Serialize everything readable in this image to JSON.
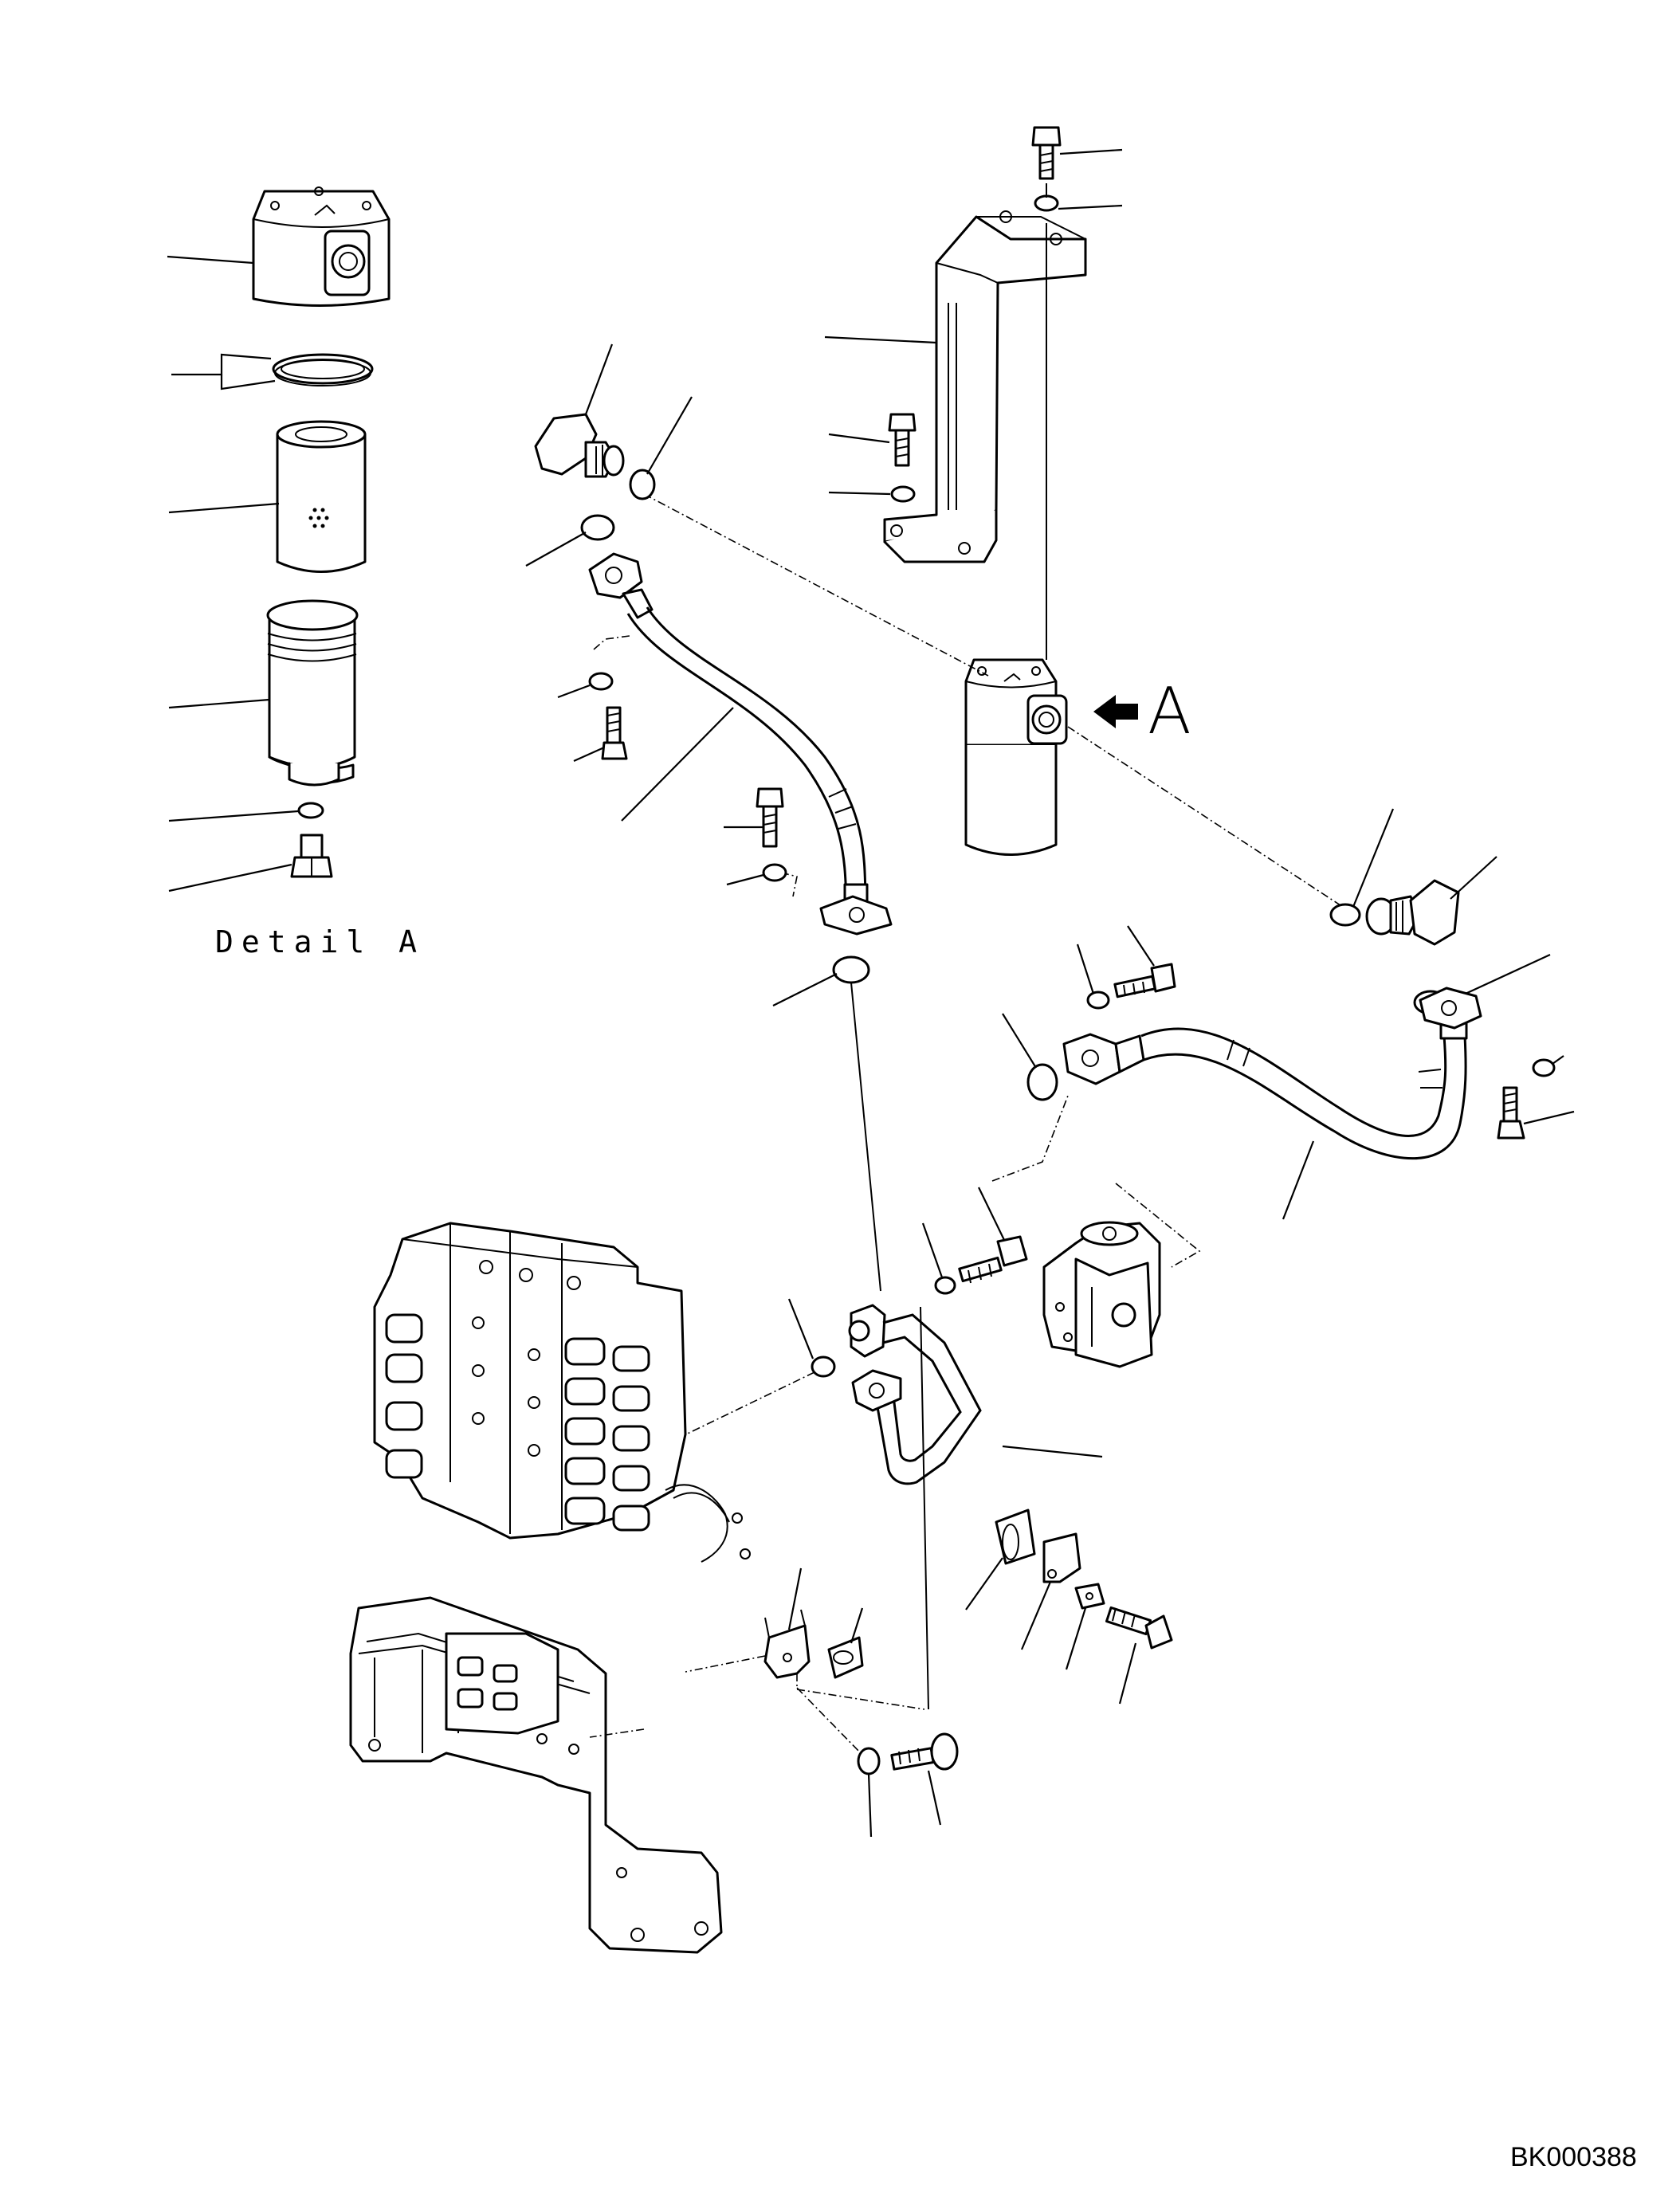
{
  "diagram": {
    "detail_label": "Detail A",
    "view_letter": "A",
    "drawing_code": "BK000388",
    "view_arrow_icon": "view-direction-arrow-icon"
  },
  "parts": [
    "filter-head",
    "o-ring-large",
    "filter-element",
    "filter-case",
    "o-ring-small",
    "drain-plug",
    "mounting-bracket",
    "bolt",
    "washer",
    "elbow-fitting",
    "hose",
    "tube",
    "clamp",
    "line-filter-assembly",
    "control-valve",
    "pump"
  ]
}
